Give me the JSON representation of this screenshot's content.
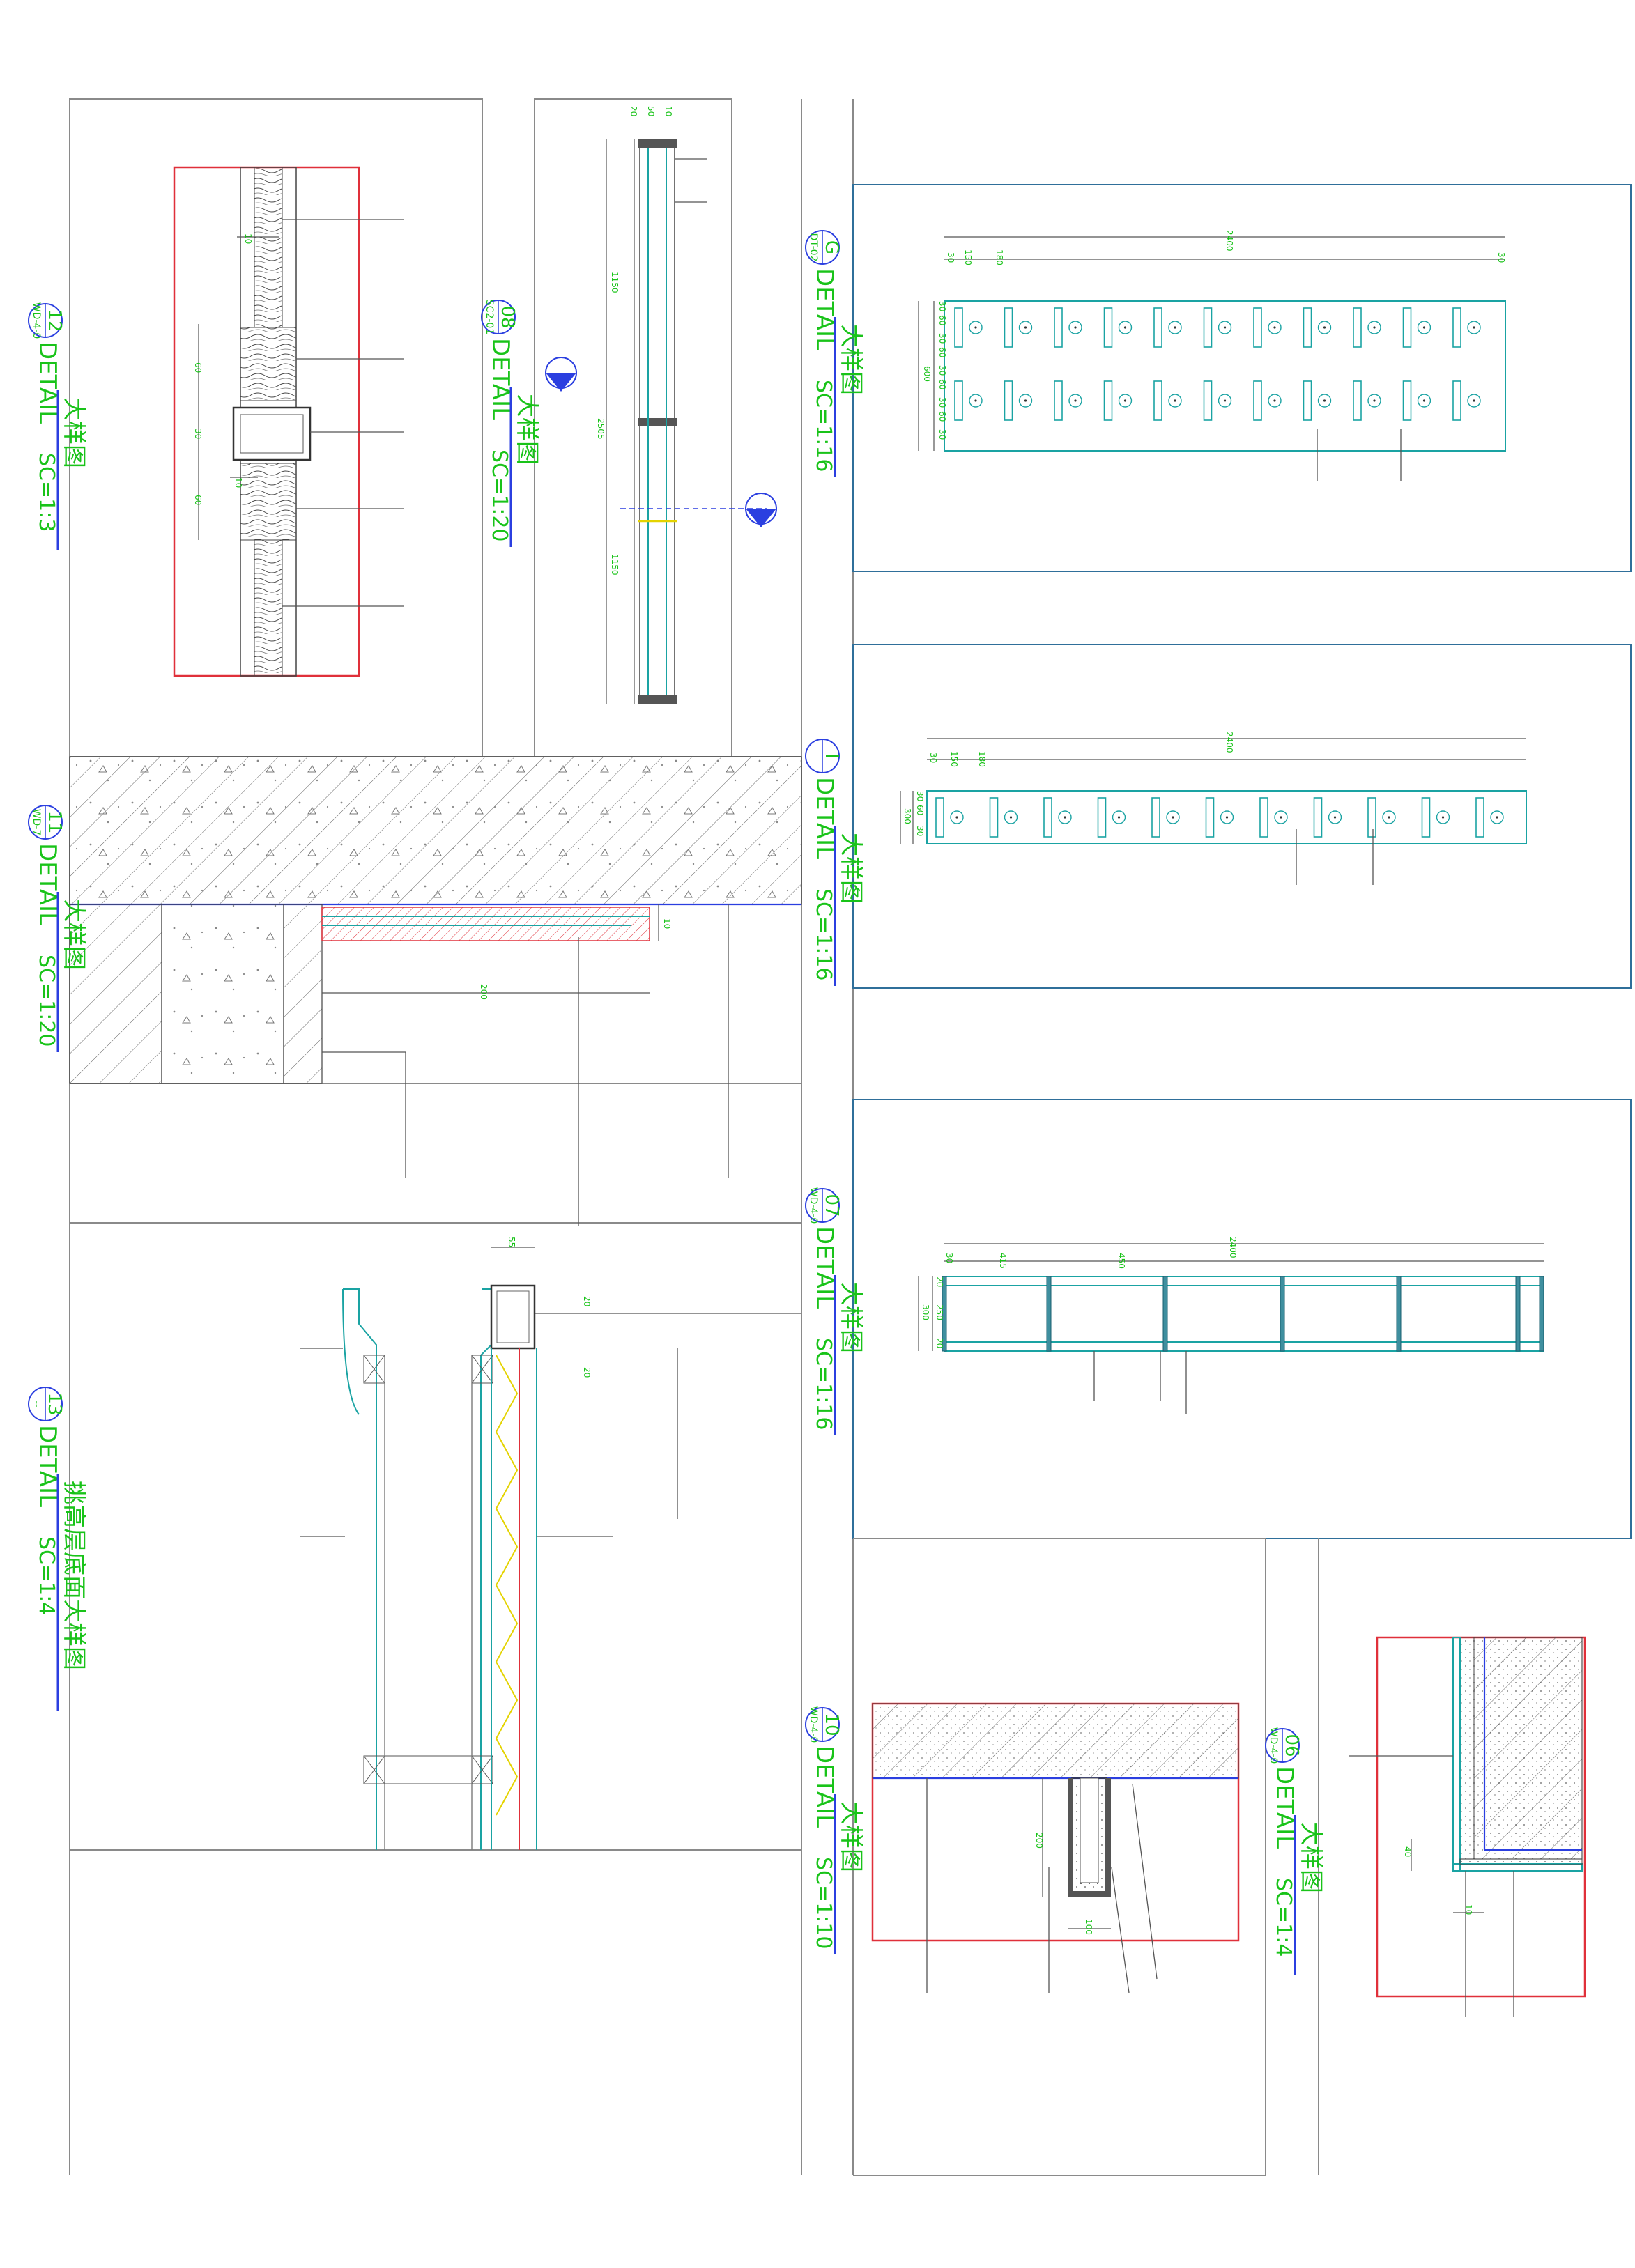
{
  "sheet": {
    "colors": {
      "annotation": "#19c319",
      "frame": "#8a8a8a",
      "detail_border": "#2f6f9a",
      "section_cut": "#e0303a",
      "finish_line": "#1aa3a3",
      "level_line": "#2b3fe0"
    }
  },
  "details": {
    "d12": {
      "number": "12",
      "ref": "WD-4-0",
      "title_en": "DETAIL",
      "title_cn": "大样图",
      "scale": "SC=1:3"
    },
    "d08": {
      "number": "08",
      "ref": "SC2-01",
      "title_en": "DETAIL",
      "title_cn": "大样图",
      "scale": "SC=1:20"
    },
    "dG": {
      "number": "G",
      "ref": "DT-02",
      "title_en": "DETAIL",
      "title_cn": "大样图",
      "scale": "SC=1:16"
    },
    "d11": {
      "number": "11",
      "ref": "WD-7",
      "title_en": "DETAIL",
      "title_cn": "大样图",
      "scale": "SC=1:20"
    },
    "dI": {
      "number": "I",
      "ref": "",
      "title_en": "DETAIL",
      "title_cn": "大样图",
      "scale": "SC=1:16"
    },
    "d13": {
      "number": "13",
      "ref": "--",
      "title_en": "DETAIL",
      "title_cn": "挑高层底面大样图",
      "scale": "SC=1:4"
    },
    "d07": {
      "number": "07",
      "ref": "WD-4-0",
      "title_en": "DETAIL",
      "title_cn": "大样图",
      "scale": "SC=1:16"
    },
    "d10": {
      "number": "10",
      "ref": "WD-4-0",
      "title_en": "DETAIL",
      "title_cn": "大样图",
      "scale": "SC=1:10"
    },
    "d06": {
      "number": "06",
      "ref": "WD-4-0",
      "title_en": "DETAIL",
      "title_cn": "大样图",
      "scale": "SC=1:4"
    }
  },
  "dimensions": {
    "d12": [
      "10",
      "60",
      "30",
      "10",
      "60"
    ],
    "d08": [
      "20",
      "50",
      "10",
      "1150",
      "2505",
      "1150"
    ],
    "dG_top": [
      "2400",
      "30",
      "150",
      "180",
      "30"
    ],
    "dG_side": [
      "30",
      "60",
      "30",
      "60",
      "30",
      "60",
      "30",
      "60",
      "30",
      "600"
    ],
    "dI_top": [
      "2400",
      "30",
      "150",
      "180"
    ],
    "dI_side": [
      "30",
      "60",
      "30",
      "300"
    ],
    "d11": [
      "10",
      "200"
    ],
    "d13": [
      "55",
      "20",
      "20"
    ],
    "d07_top": [
      "2400",
      "30",
      "415",
      "450"
    ],
    "d07_side": [
      "20",
      "250",
      "20",
      "300"
    ],
    "d10": [
      "200",
      "100"
    ],
    "d06": [
      "40",
      "10"
    ]
  }
}
